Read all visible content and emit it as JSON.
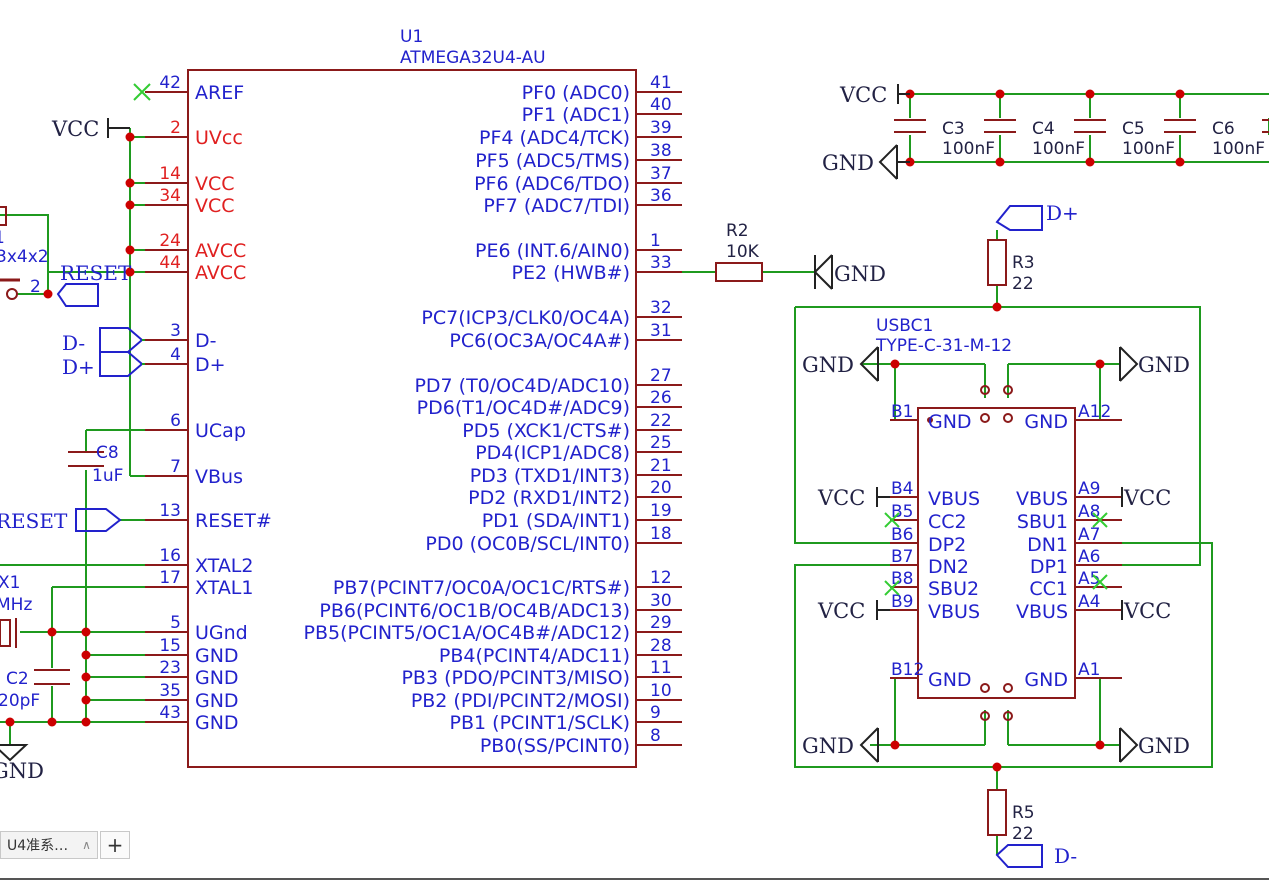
{
  "u1": {
    "ref": "U1",
    "value": "ATMEGA32U4-AU",
    "left_pins": [
      {
        "num": "42",
        "name": "AREF",
        "red": false
      },
      {
        "num": "2",
        "name": "UVcc",
        "red": true
      },
      {
        "num": "14",
        "name": "VCC",
        "red": true
      },
      {
        "num": "34",
        "name": "VCC",
        "red": true
      },
      {
        "num": "24",
        "name": "AVCC",
        "red": true
      },
      {
        "num": "44",
        "name": "AVCC",
        "red": true
      },
      {
        "num": "3",
        "name": "D-",
        "red": false
      },
      {
        "num": "4",
        "name": "D+",
        "red": false
      },
      {
        "num": "6",
        "name": "UCap",
        "red": false
      },
      {
        "num": "7",
        "name": "VBus",
        "red": false
      },
      {
        "num": "13",
        "name": "RESET#",
        "red": false
      },
      {
        "num": "16",
        "name": "XTAL2",
        "red": false
      },
      {
        "num": "17",
        "name": "XTAL1",
        "red": false
      },
      {
        "num": "5",
        "name": "UGnd",
        "red": false
      },
      {
        "num": "15",
        "name": "GND",
        "red": false
      },
      {
        "num": "23",
        "name": "GND",
        "red": false
      },
      {
        "num": "35",
        "name": "GND",
        "red": false
      },
      {
        "num": "43",
        "name": "GND",
        "red": false
      }
    ],
    "right_pins": [
      {
        "num": "41",
        "name": "PF0 (ADC0)"
      },
      {
        "num": "40",
        "name": "PF1 (ADC1)"
      },
      {
        "num": "39",
        "name": "PF4 (ADC4/TCK)"
      },
      {
        "num": "38",
        "name": "PF5 (ADC5/TMS)"
      },
      {
        "num": "37",
        "name": "PF6 (ADC6/TDO)"
      },
      {
        "num": "36",
        "name": "PF7 (ADC7/TDI)"
      },
      {
        "num": "1",
        "name": "PE6 (INT.6/AIN0)"
      },
      {
        "num": "33",
        "name": "PE2 (HWB#)"
      },
      {
        "num": "32",
        "name": "PC7(ICP3/CLK0/OC4A)"
      },
      {
        "num": "31",
        "name": "PC6(OC3A/OC4A#)"
      },
      {
        "num": "27",
        "name": "PD7 (T0/OC4D/ADC10)"
      },
      {
        "num": "26",
        "name": "PD6(T1/OC4D#/ADC9)"
      },
      {
        "num": "22",
        "name": "PD5 (XCK1/CTS#)"
      },
      {
        "num": "25",
        "name": "PD4(ICP1/ADC8)"
      },
      {
        "num": "21",
        "name": "PD3 (TXD1/INT3)"
      },
      {
        "num": "20",
        "name": "PD2 (RXD1/INT2)"
      },
      {
        "num": "19",
        "name": "PD1 (SDA/INT1)"
      },
      {
        "num": "18",
        "name": "PD0 (OC0B/SCL/INT0)"
      },
      {
        "num": "12",
        "name": "PB7(PCINT7/OC0A/OC1C/RTS#)"
      },
      {
        "num": "30",
        "name": "PB6(PCINT6/OC1B/OC4B/ADC13)"
      },
      {
        "num": "29",
        "name": "PB5(PCINT5/OC1A/OC4B#/ADC12)"
      },
      {
        "num": "28",
        "name": "PB4(PCINT4/ADC11)"
      },
      {
        "num": "11",
        "name": "PB3 (PDO/PCINT3/MISO)"
      },
      {
        "num": "10",
        "name": "PB2 (PDI/PCINT2/MOSI)"
      },
      {
        "num": "9",
        "name": "PB1 (PCINT1/SCLK)"
      },
      {
        "num": "8",
        "name": "PB0(SS/PCINT0)"
      }
    ]
  },
  "power": {
    "vcc": "VCC",
    "gnd": "GND"
  },
  "caps": [
    {
      "ref": "C3",
      "value": "100nF"
    },
    {
      "ref": "C4",
      "value": "100nF"
    },
    {
      "ref": "C5",
      "value": "100nF"
    },
    {
      "ref": "C6",
      "value": "100nF"
    }
  ],
  "r2": {
    "ref": "R2",
    "value": "10K"
  },
  "r3": {
    "ref": "R3",
    "value": "22"
  },
  "r5": {
    "ref": "R5",
    "value": "22"
  },
  "c8": {
    "ref": "C8",
    "value": "1uF"
  },
  "c2": {
    "ref": "C2",
    "value": "20pF"
  },
  "x1": {
    "ref": "X1",
    "value": "MHz"
  },
  "sw_partial": {
    "ref": "1",
    "value": "3x4x2",
    "pin": "2"
  },
  "net_labels": {
    "reset": "RESET",
    "dminus": "D-",
    "dplus": "D+"
  },
  "usbc": {
    "ref": "USBC1",
    "value": "TYPE-C-31-M-12",
    "left_pins": [
      {
        "num": "B1",
        "name": "GND"
      },
      {
        "num": "B4",
        "name": "VBUS"
      },
      {
        "num": "B5",
        "name": "CC2"
      },
      {
        "num": "B6",
        "name": "DP2"
      },
      {
        "num": "B7",
        "name": "DN2"
      },
      {
        "num": "B8",
        "name": "SBU2"
      },
      {
        "num": "B9",
        "name": "VBUS"
      },
      {
        "num": "B12",
        "name": "GND"
      }
    ],
    "right_pins": [
      {
        "num": "A12",
        "name": "GND"
      },
      {
        "num": "A9",
        "name": "VBUS"
      },
      {
        "num": "A8",
        "name": "SBU1"
      },
      {
        "num": "A7",
        "name": "DN1"
      },
      {
        "num": "A6",
        "name": "DP1"
      },
      {
        "num": "A5",
        "name": "CC1"
      },
      {
        "num": "A4",
        "name": "VBUS"
      },
      {
        "num": "A1",
        "name": "GND"
      }
    ]
  },
  "tab": {
    "label": "U4准系…",
    "add": "+"
  },
  "colors": {
    "wire": "#1f9a1f",
    "body": "#8b1a1a",
    "pin": "#8b1a1a",
    "junction": "#cc0000",
    "text": "#2222cc",
    "red_text": "#e02020",
    "nc": "#33cc33"
  }
}
